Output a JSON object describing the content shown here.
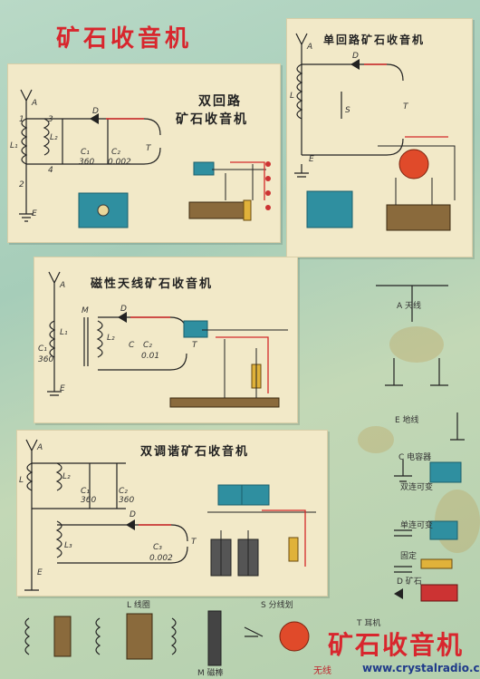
{
  "poster": {
    "title": "矿石收音机",
    "footer_title": "矿石收音机",
    "watermark": "无线",
    "url": "www.crystalradio.cn"
  },
  "cards": {
    "double_loop": {
      "title_line1": "双回路",
      "title_line2": "矿石收音机",
      "labels": {
        "a": "A",
        "d": "D",
        "l1": "L₁",
        "l2": "L₂",
        "c1": "C₁",
        "c1v": "360",
        "c2": "C₂",
        "c2v": "0.002",
        "t": "T",
        "e": "E",
        "n1": "1",
        "n2": "2",
        "n3": "3",
        "n4": "4"
      }
    },
    "single_loop": {
      "title": "单回路矿石收音机",
      "labels": {
        "a": "A",
        "d": "D",
        "l": "L",
        "s": "S",
        "t": "T",
        "e": "E"
      }
    },
    "magnetic": {
      "title": "磁性天线矿石收音机",
      "labels": {
        "a": "A",
        "m": "M",
        "d": "D",
        "l1": "L₁",
        "l2": "L₂",
        "c1": "C₁",
        "c1v": "360",
        "c2": "C₂",
        "c2v": "0.01",
        "c": "C",
        "t": "T",
        "e": "E"
      }
    },
    "double_tuned": {
      "title": "双调谐矿石收音机",
      "labels": {
        "a": "A",
        "l": "L",
        "l2": "L₂",
        "c1": "C₁",
        "c1v": "360",
        "c2": "C₂",
        "c2v": "360",
        "d": "D",
        "l3": "L₃",
        "c3": "C₃",
        "c3v": "0.002",
        "t": "T",
        "e": "E"
      }
    }
  },
  "legend": {
    "antenna": "A 天线",
    "ground": "E 地线",
    "capacitor": "C 电容器",
    "var_dual": "双连可变",
    "var_single": "单连可变",
    "fixed": "固定",
    "diode": "D 矿石",
    "coil": "L 线圈",
    "rod": "M 磁棒",
    "switch": "S 分线划",
    "phone": "T 耳机"
  },
  "colors": {
    "title_red": "#d8262d",
    "card_bg": "#f2e9c8",
    "teal": "#2f8fa0",
    "wire_red": "#d42a2a"
  }
}
